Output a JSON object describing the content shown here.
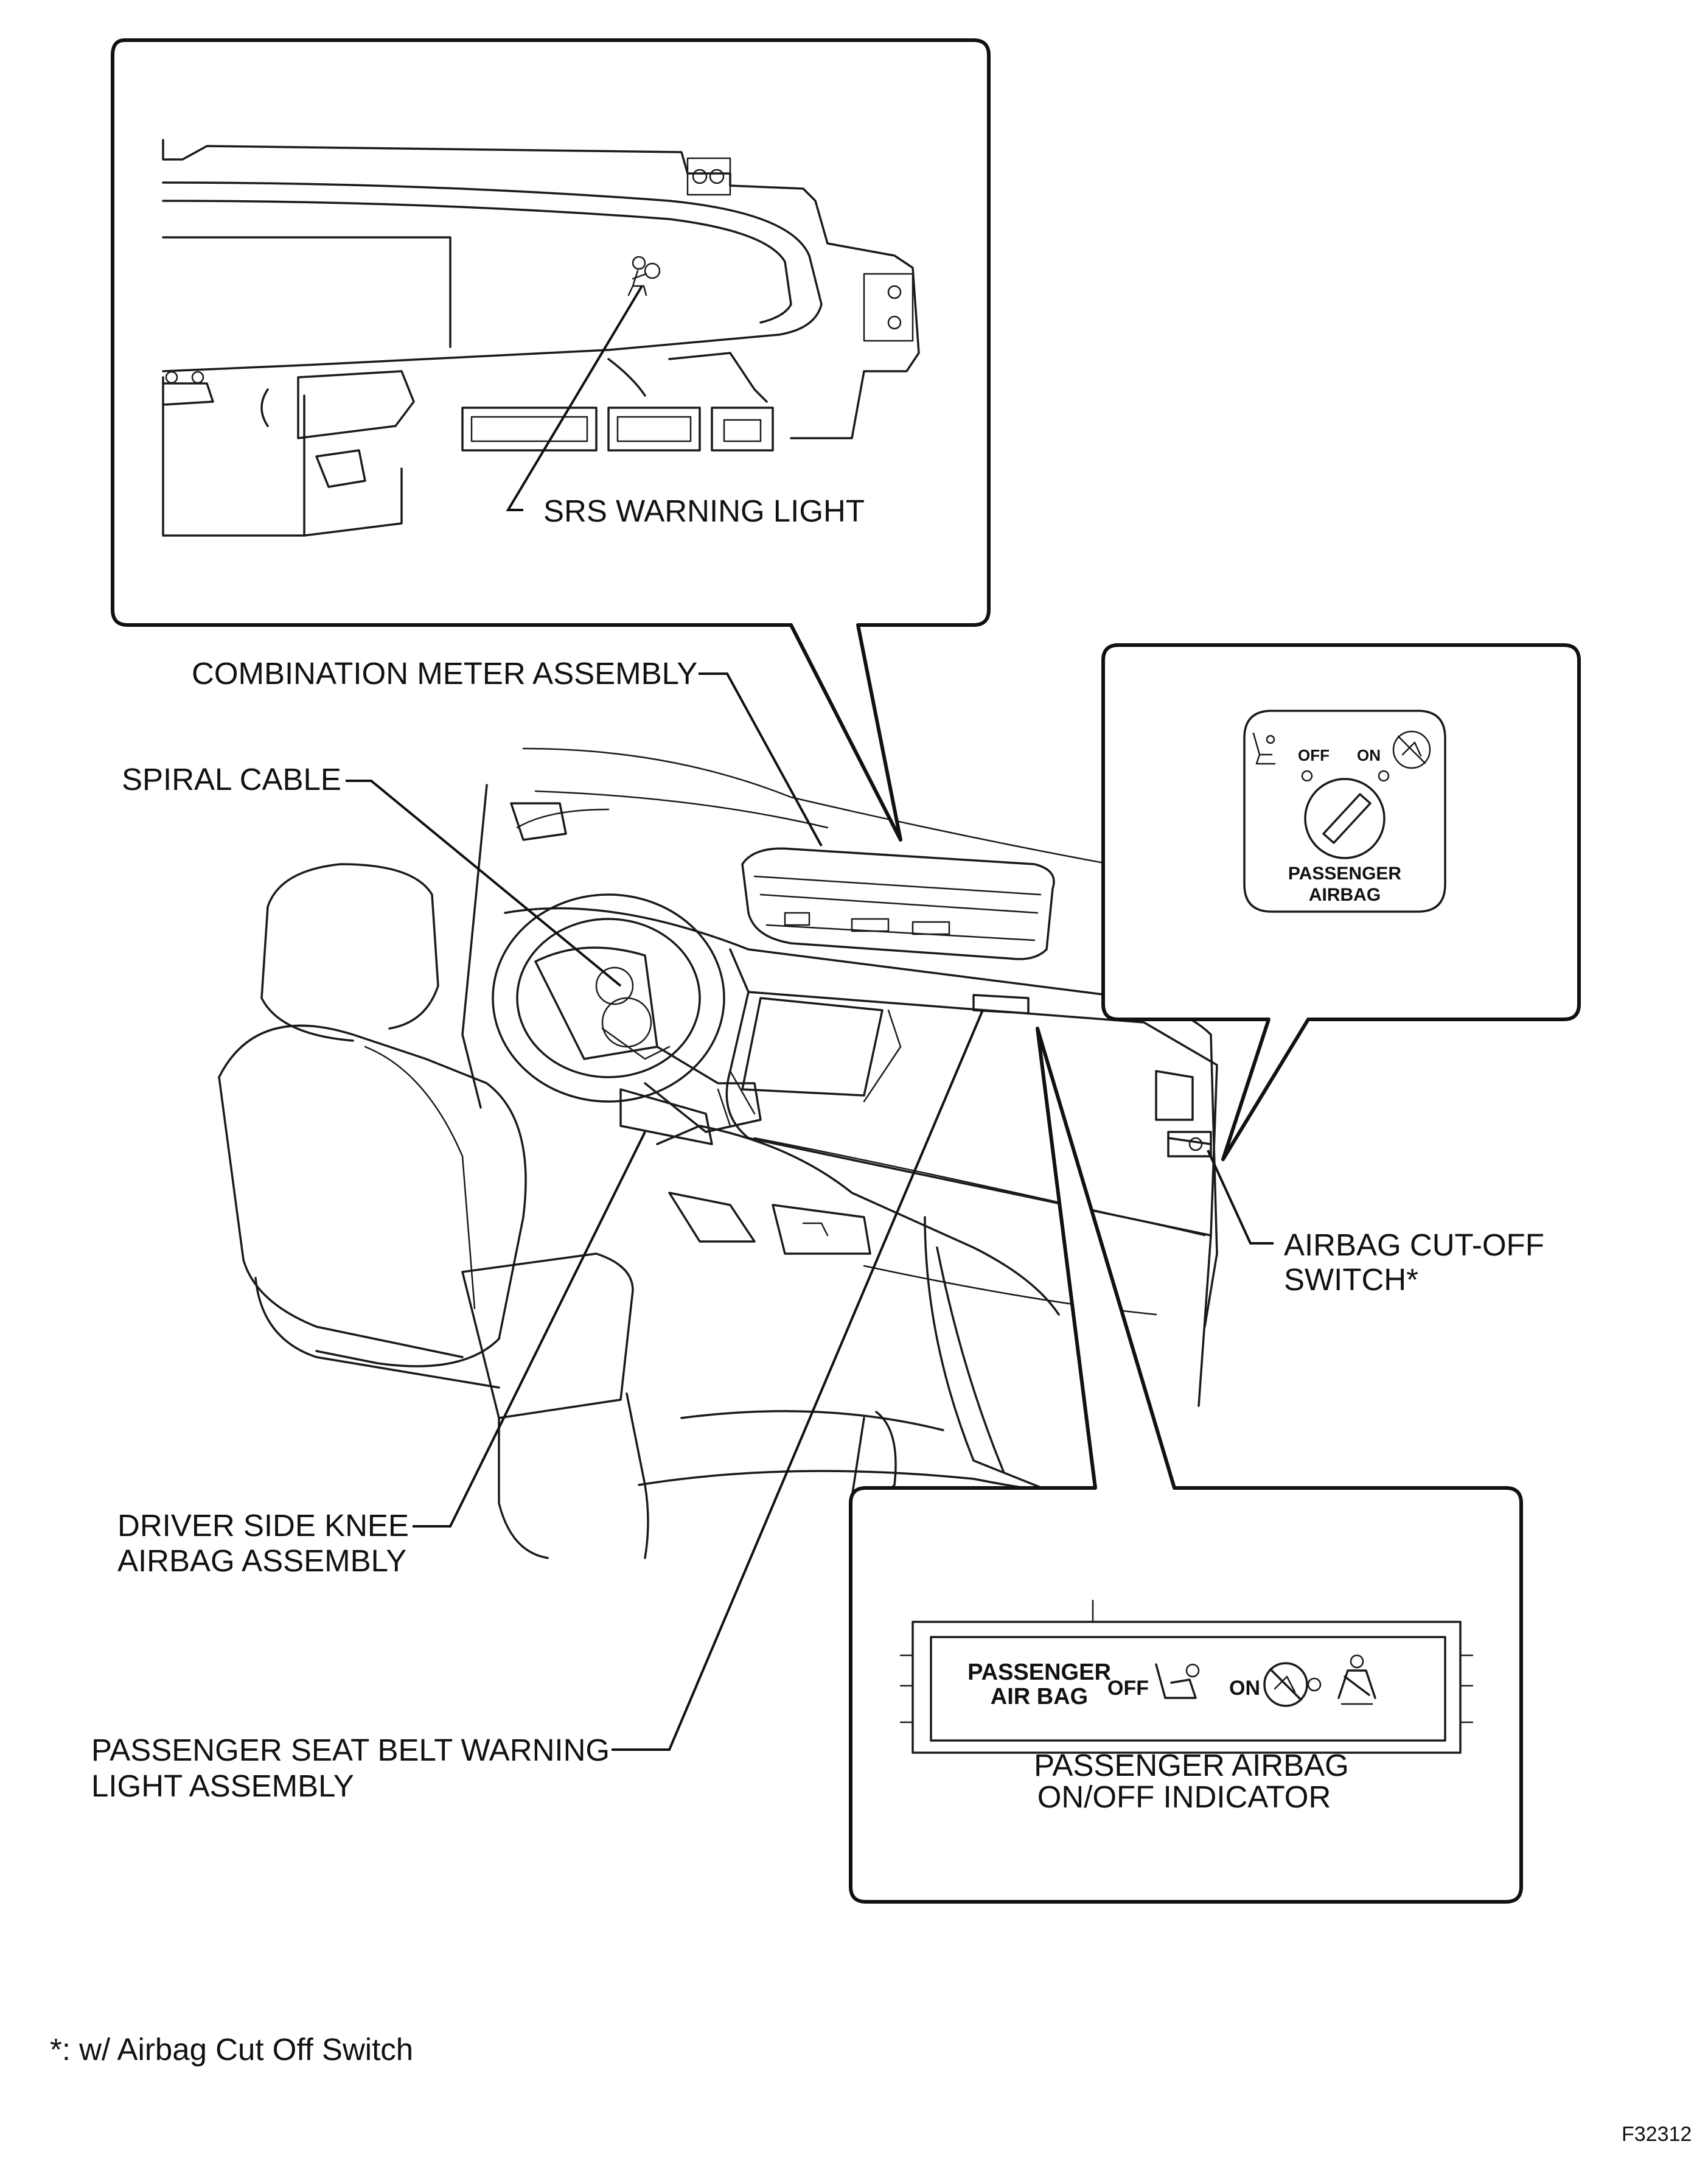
{
  "labels": {
    "srs_warning_light": "SRS WARNING LIGHT",
    "combination_meter_assembly": "COMBINATION METER ASSEMBLY",
    "spiral_cable": "SPIRAL CABLE",
    "airbag_cut_off_switch_1": "AIRBAG CUT-OFF",
    "airbag_cut_off_switch_2": "SWITCH*",
    "driver_side_knee_airbag_1": "DRIVER SIDE KNEE",
    "driver_side_knee_airbag_2": "AIRBAG ASSEMBLY",
    "passenger_seat_belt_warning_1": "PASSENGER SEAT BELT WARNING",
    "passenger_seat_belt_warning_2": "LIGHT ASSEMBLY",
    "passenger_airbag_indicator_1": "PASSENGER AIRBAG",
    "passenger_airbag_indicator_2": "ON/OFF INDICATOR"
  },
  "switch_panel": {
    "off": "OFF",
    "on": "ON",
    "caption_1": "PASSENGER",
    "caption_2": "AIRBAG"
  },
  "indicator_panel": {
    "caption_1": "PASSENGER",
    "caption_2": "AIR BAG",
    "off": "OFF",
    "on": "ON"
  },
  "footnote": "*: w/ Airbag Cut Off Switch",
  "figure_id": "F32312",
  "icons": [
    "airbag-person-icon",
    "seat-occupant-icon",
    "child-seat-crossed-icon",
    "seat-belt-icon",
    "key-slot-icon"
  ]
}
